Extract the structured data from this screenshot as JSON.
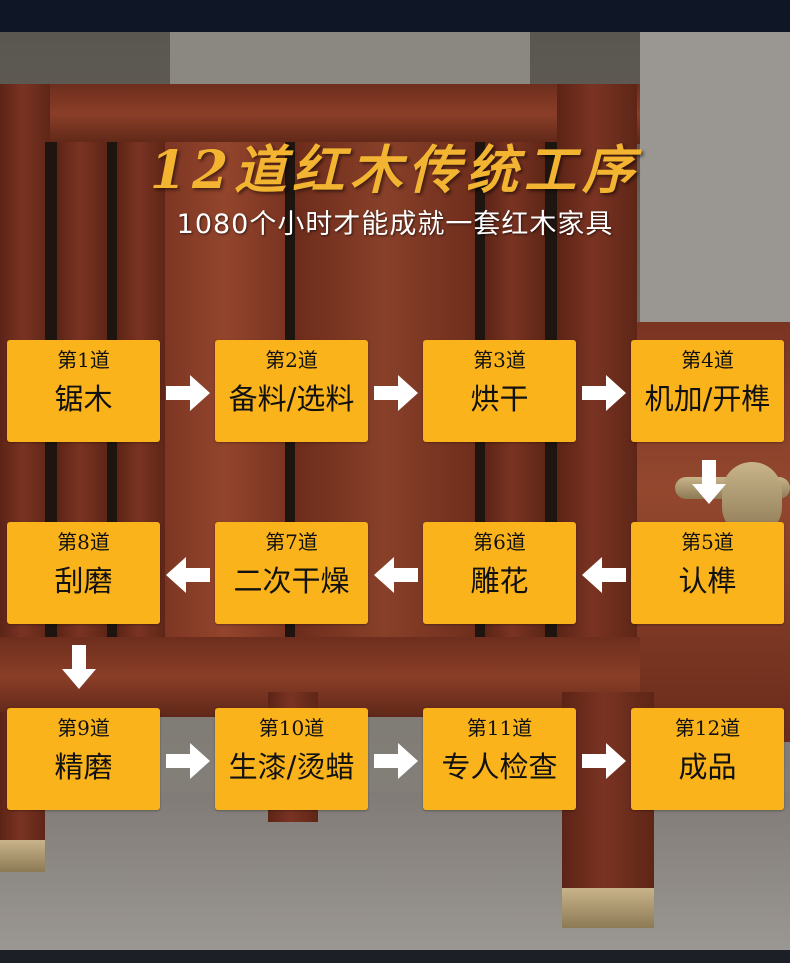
{
  "header": {
    "title": "12道红木传统工序",
    "subtitle": "1080个小时才能成就一套红木家具"
  },
  "colors": {
    "box": "#fbb31c",
    "title": "#f3b531",
    "arrow": "#ffffff"
  },
  "steps": [
    {
      "num": "第1道",
      "name": "锯木"
    },
    {
      "num": "第2道",
      "name": "备料/选料"
    },
    {
      "num": "第3道",
      "name": "烘干"
    },
    {
      "num": "第4道",
      "name": "机加/开榫"
    },
    {
      "num": "第5道",
      "name": "认榫"
    },
    {
      "num": "第6道",
      "name": "雕花"
    },
    {
      "num": "第7道",
      "name": "二次干燥"
    },
    {
      "num": "第8道",
      "name": "刮磨"
    },
    {
      "num": "第9道",
      "name": "精磨"
    },
    {
      "num": "第10道",
      "name": "生漆/烫蜡"
    },
    {
      "num": "第11道",
      "name": "专人检查"
    },
    {
      "num": "第12道",
      "name": "成品"
    }
  ],
  "icons": {
    "arrow_right": "arrow-right-icon",
    "arrow_left": "arrow-left-icon",
    "arrow_down": "arrow-down-icon"
  }
}
